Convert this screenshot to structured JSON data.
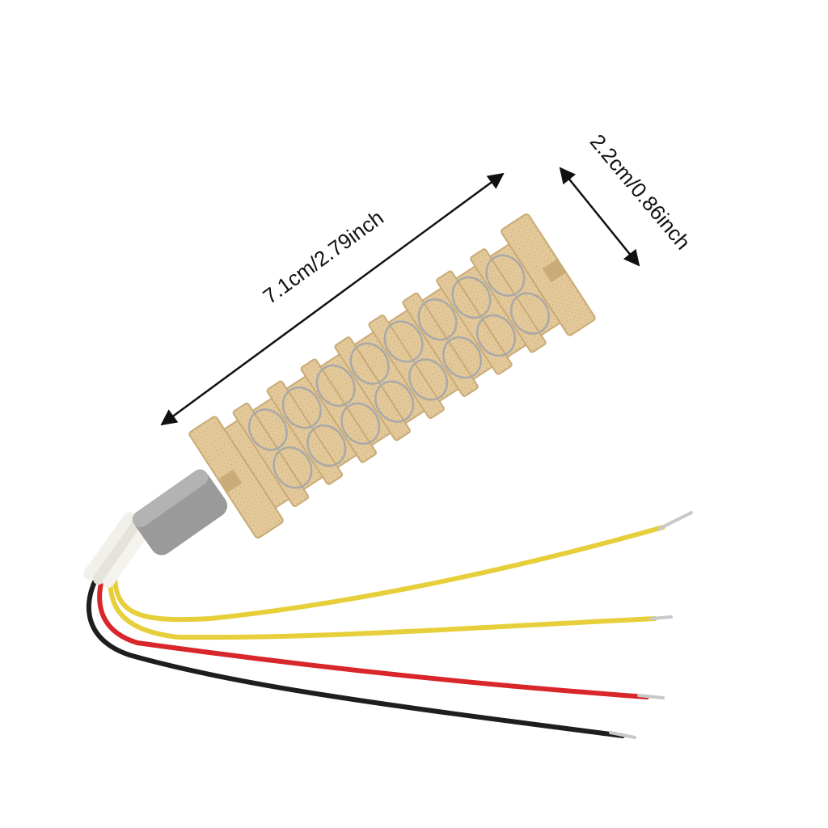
{
  "dimensions": {
    "length_label": "7.1cm/2.79inch",
    "width_label": "2.2cm/0.86inch"
  },
  "colors": {
    "ceramic": "#e3c99a",
    "ceramic_shadow": "#c9ab78",
    "coil": "#a9a9a9",
    "sleeve": "#9a9a9a",
    "insulation": "#f2f0ea",
    "wire_yellow": "#e6cf3a",
    "wire_red": "#d8262a",
    "wire_black": "#1e1e1e",
    "arrow": "#111111"
  },
  "icons": [
    "heating-element-image",
    "length-dimension-arrow",
    "width-dimension-arrow"
  ]
}
